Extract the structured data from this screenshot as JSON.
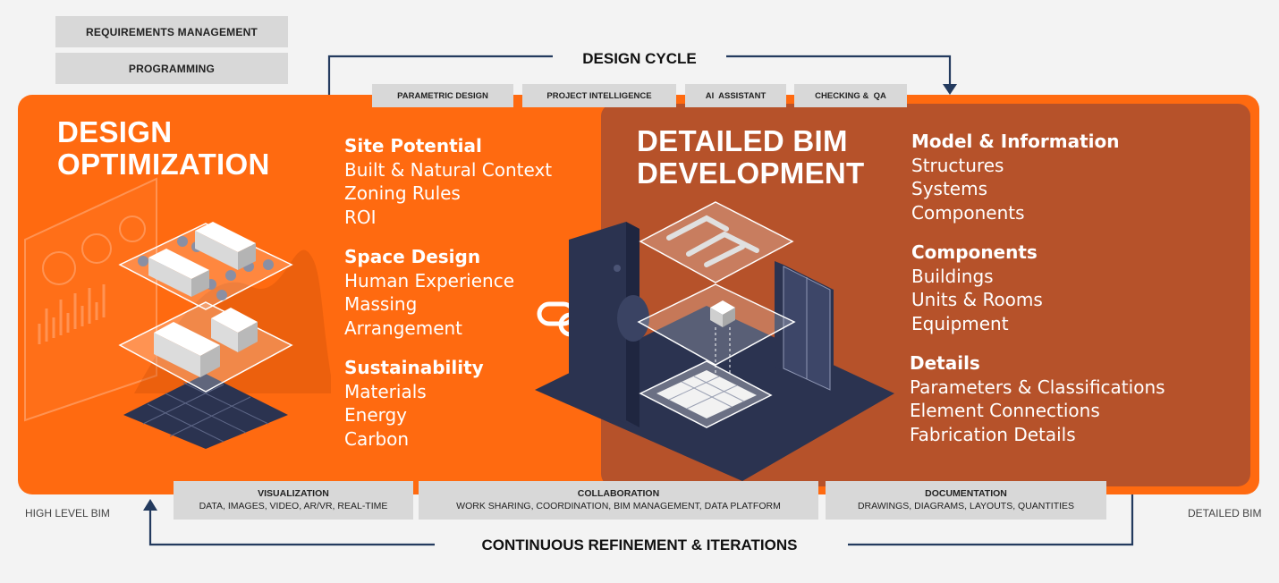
{
  "left_stack": [
    "REQUIREMENTS MANAGEMENT",
    "PROGRAMMING"
  ],
  "design_cycle": "DESIGN CYCLE",
  "tools": [
    "PARAMETRIC DESIGN",
    "PROJECT INTELLIGENCE",
    "AI  ASSISTANT",
    "CHECKING &  QA"
  ],
  "design_optimization": {
    "title_line1": "DESIGN",
    "title_line2": "OPTIMIZATION"
  },
  "optimization_groups": [
    {
      "heading": "Site Potential",
      "items": [
        "Built & Natural Context",
        "Zoning Rules",
        "ROI"
      ]
    },
    {
      "heading": "Space Design",
      "items": [
        "Human Experience",
        "Massing",
        "Arrangement"
      ]
    },
    {
      "heading": "Sustainability",
      "items": [
        "Materials",
        "Energy",
        "Carbon"
      ]
    }
  ],
  "detailed_bim": {
    "title_line1": "DETAILED BIM",
    "title_line2": "DEVELOPMENT"
  },
  "bim_groups": [
    {
      "heading": "Model & Information",
      "items": [
        "Structures",
        "Systems",
        "Components"
      ]
    },
    {
      "heading": "Components",
      "items": [
        "Buildings",
        "Units & Rooms",
        "Equipment"
      ]
    },
    {
      "heading": "Details",
      "items": [
        "Parameters & Classifications",
        "Element Connections",
        "Fabrication Details"
      ]
    }
  ],
  "bottom_boxes": [
    {
      "title": "VISUALIZATION",
      "subtitle": "DATA, IMAGES, VIDEO, AR/VR, REAL-TIME"
    },
    {
      "title": "COLLABORATION",
      "subtitle": "WORK SHARING, COORDINATION, BIM MANAGEMENT, DATA PLATFORM"
    },
    {
      "title": "DOCUMENTATION",
      "subtitle": "DRAWINGS, DIAGRAMS, LAYOUTS, QUANTITIES"
    }
  ],
  "high_level_bim": "HIGH LEVEL BIM",
  "detailed_bim_label": "DETAILED BIM",
  "continuous_refinement": "CONTINUOUS REFINEMENT & ITERATIONS",
  "colors": {
    "orange": "#ff6a10",
    "brown": "#b6522a",
    "navy": "#2b3350",
    "pill": "#d8d8d8",
    "arrow": "#233a5e"
  }
}
